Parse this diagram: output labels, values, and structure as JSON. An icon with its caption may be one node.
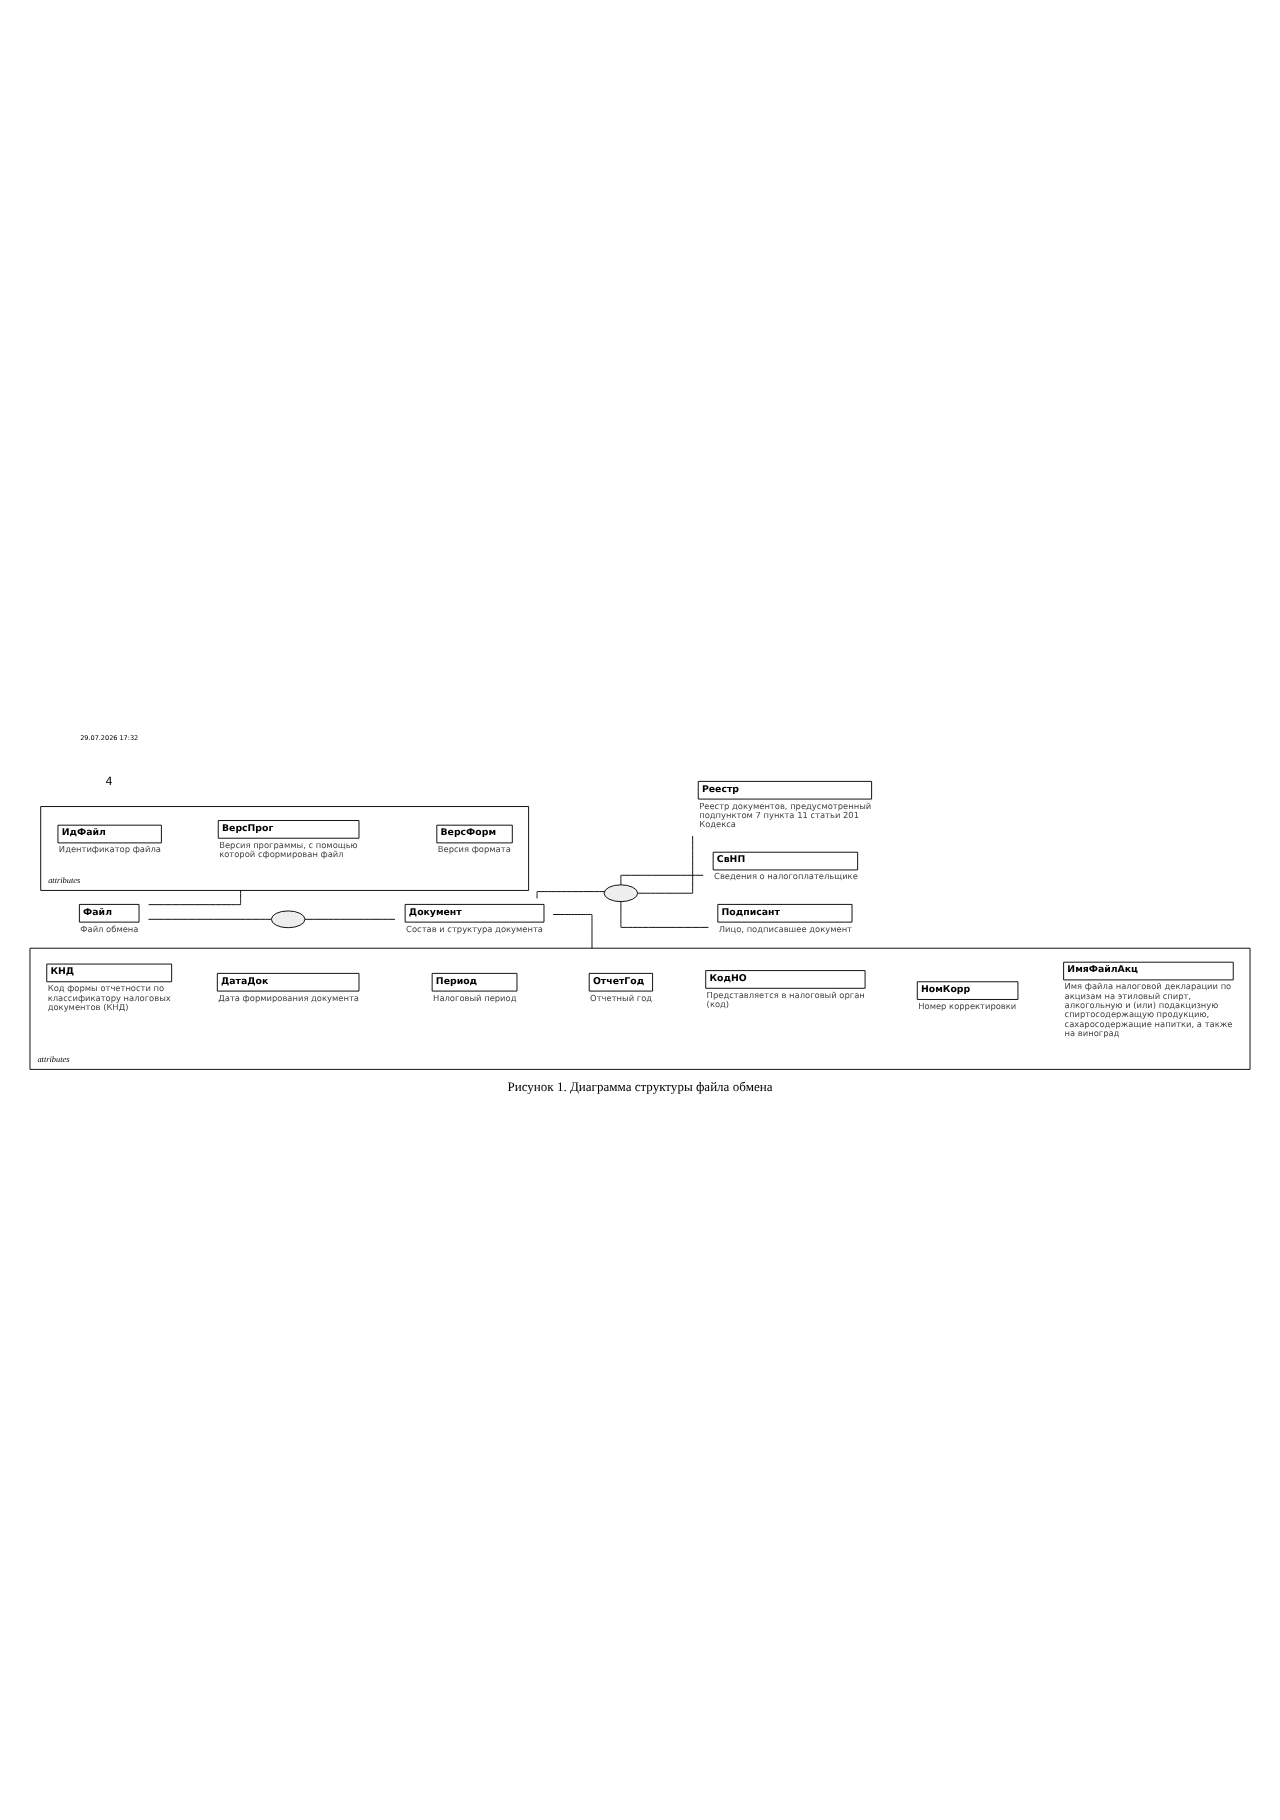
{
  "diagram": {
    "caption": "Рисунок 1. Диаграмма структуры файла обмена",
    "nodes": [
      {
        "text": [
          "Файл"
        ],
        "beside": [
          "Файл обмена"
        ]
      },
      {
        "text": [
          "attributes"
        ]
      },
      {
        "text": [
          "ИдФайл"
        ],
        "in": 1,
        "beside": [
          "Идентификатор файла"
        ]
      },
      {
        "text": [
          "ВерсПрог"
        ],
        "in": 1,
        "beside": [
          "Версия программы, с помощью которой сформирован файл"
        ]
      },
      {
        "text": [
          "ВерсФорм"
        ],
        "in": 1,
        "beside": [
          "Версия формата"
        ]
      },
      {
        "text": [],
        "shape": "ellipse"
      },
      {
        "text": [
          "Документ"
        ],
        "beside": [
          "Состав и структура документа"
        ]
      },
      {
        "text": [
          "attributes"
        ]
      },
      {
        "text": [
          "КНД"
        ],
        "in": 7,
        "beside": [
          "Код формы отчетности по классификатору налоговых документов (КНД)"
        ]
      },
      {
        "text": [
          "ДатаДок"
        ],
        "in": 7,
        "beside": [
          "Дата формирования документа"
        ]
      },
      {
        "text": [
          "Период"
        ],
        "in": 7,
        "beside": [
          "Налоговый период"
        ]
      },
      {
        "text": [
          "ОтчетГод"
        ],
        "in": 7,
        "beside": [
          "Отчетный год"
        ]
      },
      {
        "text": [
          "КодНО"
        ],
        "in": 7,
        "beside": [
          "Представляется в налоговый орган (код)"
        ]
      },
      {
        "text": [
          "НомКорр"
        ],
        "in": 7,
        "beside": [
          "Номер корректировки"
        ]
      },
      {
        "text": [
          "ИмяФайлАкц"
        ],
        "in": 7,
        "beside": [
          "Имя файла налоговой декларации по акцизам на этиловый спирт, алкогольную и (или) подакцизную спиртосодержащую продукцию, сахаросодержащие напитки, а также на виноград"
        ]
      },
      {
        "text": [],
        "shape": "ellipse"
      },
      {
        "text": [
          "СвНП"
        ],
        "beside": [
          "Сведения о налогоплательщике"
        ]
      },
      {
        "text": [
          "Подписант"
        ],
        "beside": [
          "Лицо, подписавшее документ"
        ]
      },
      {
        "text": [
          "Реестр"
        ],
        "beside": [
          "Реестр документов, предусмотренный подпунктом 7 пункта 11 статьи 201 Кодекса"
        ]
      }
    ],
    "edges": [
      {
        "from": 0,
        "to": 1,
        "arrow": "none"
      },
      {
        "from": 0,
        "to": 5,
        "arrow": "none"
      },
      {
        "from": 5,
        "to": 6,
        "arrow": "none"
      },
      {
        "from": 6,
        "to": 7,
        "arrow": "none"
      },
      {
        "from": 6,
        "to": 15,
        "arrow": "none"
      },
      {
        "from": 15,
        "to": 16,
        "arrow": "none"
      },
      {
        "from": 15,
        "to": 17,
        "arrow": "none"
      },
      {
        "from": 15,
        "to": 18,
        "arrow": "none"
      }
    ],
    "labels": [
      "4",
      "29.07.2026 17:32"
    ]
  }
}
